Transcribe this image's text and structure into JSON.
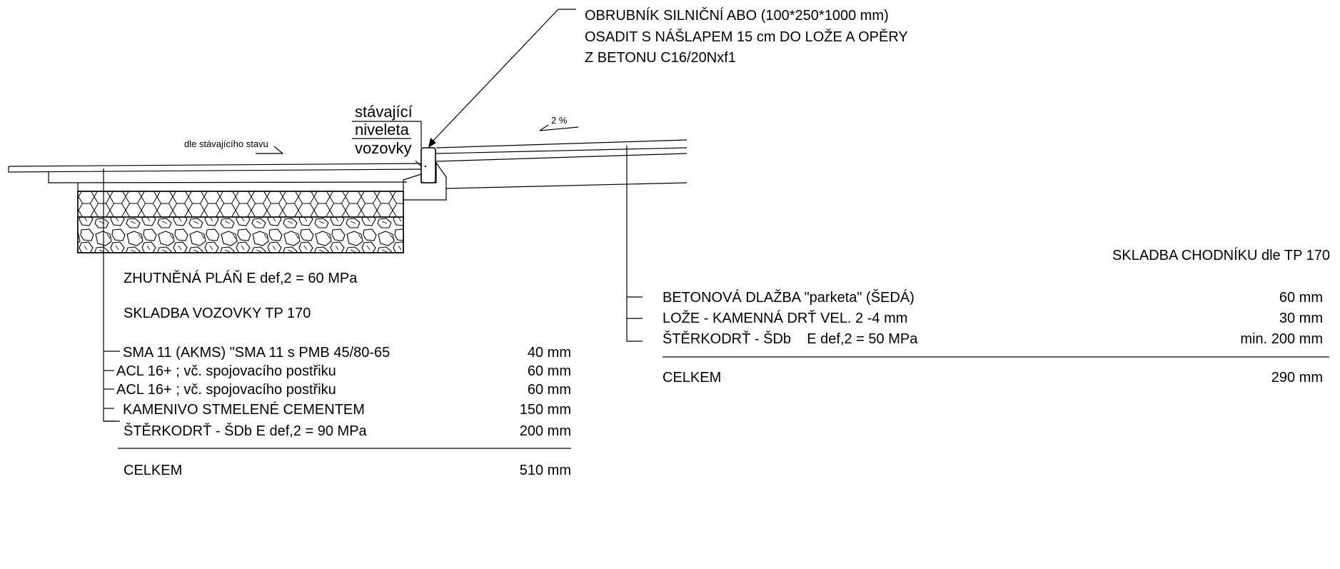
{
  "curb_note": {
    "line1": "OBRUBNÍK SILNIČNÍ ABO (100*250*1000 mm)",
    "line2": "OSADIT S NÁŠLAPEM  15 cm DO LOŽE A OPĚRY",
    "line3": "Z BETONU C16/20Nxf1"
  },
  "niveleta": {
    "line1": "stávající",
    "line2": "niveleta",
    "line3": "vozovky"
  },
  "existing_state_label": "dle stávajícího stavu",
  "slope_label": "2 %",
  "subgrade_label": "ZHUTNĚNÁ PLÁŇ E def,2 = 60 MPa",
  "road": {
    "title": "SKLADBA VOZOVKY TP 170",
    "layers": [
      {
        "name": "SMA 11 (AKMS) \"SMA 11 s PMB 45/80-65",
        "thickness": "40 mm"
      },
      {
        "name": "ACL 16+ ; vč. spojovacího postřiku",
        "thickness": "60 mm"
      },
      {
        "name": "ACL 16+ ; vč. spojovacího postřiku",
        "thickness": "60 mm"
      },
      {
        "name": "KAMENIVO STMELENÉ CEMENTEM",
        "thickness": "150 mm"
      },
      {
        "name": "ŠTĚRKODRŤ - ŠDb E def,2 = 90 MPa",
        "thickness": "200 mm"
      }
    ],
    "total_label": "CELKEM",
    "total_value": "510 mm"
  },
  "sidewalk": {
    "title": "SKLADBA CHODNÍKU dle TP 170",
    "layers": [
      {
        "name": "BETONOVÁ DLAŽBA \"parketa\" (ŠEDÁ)",
        "thickness": "60 mm"
      },
      {
        "name": "LOŽE - KAMENNÁ DRŤ VEL. 2 -4 mm",
        "thickness": "30 mm"
      },
      {
        "name": "ŠTĚRKODRŤ - ŠDb    E def,2 = 50 MPa",
        "thickness": "min. 200 mm"
      }
    ],
    "total_label": "CELKEM",
    "total_value": "290 mm"
  }
}
